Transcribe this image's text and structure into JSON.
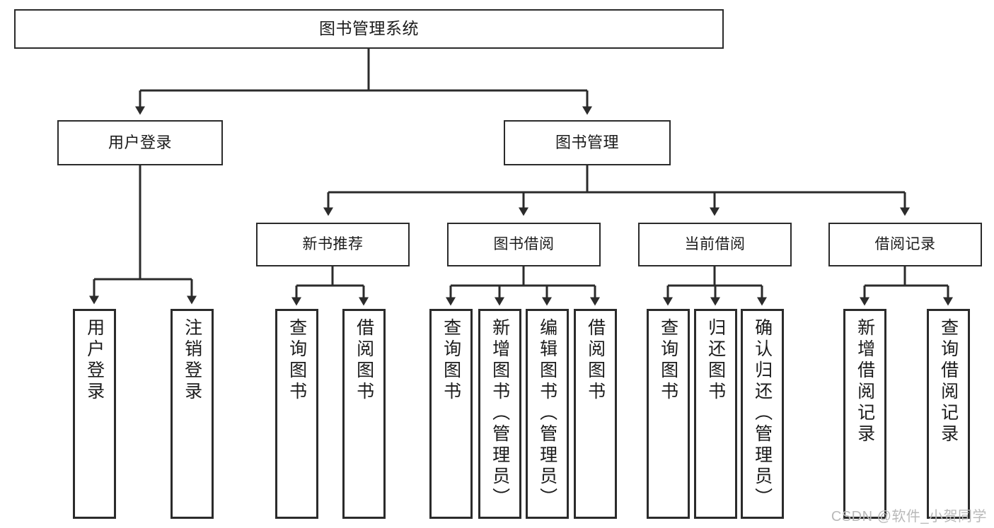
{
  "diagram": {
    "type": "tree",
    "title": "图书管理系统",
    "orientation": "top-down",
    "line_color": "#2b2b2b",
    "box_fill": "#ffffff",
    "text_color": "#1b1b1b",
    "nodes": {
      "root": {
        "label": "图书管理系统"
      },
      "level2": [
        {
          "label": "用户登录"
        },
        {
          "label": "图书管理"
        }
      ],
      "level3": [
        {
          "label": "新书推荐"
        },
        {
          "label": "图书借阅"
        },
        {
          "label": "当前借阅"
        },
        {
          "label": "借阅记录"
        }
      ],
      "leaves": {
        "user_login": [
          {
            "label": "用户登录"
          },
          {
            "label": "注销登录"
          }
        ],
        "new_book_recommend": [
          {
            "label": "查询图书"
          },
          {
            "label": "借阅图书"
          }
        ],
        "book_borrow": [
          {
            "label": "查询图书"
          },
          {
            "label": "新增图书（管理员）"
          },
          {
            "label": "编辑图书（管理员）"
          },
          {
            "label": "借阅图书"
          }
        ],
        "current_borrow": [
          {
            "label": "查询图书"
          },
          {
            "label": "归还图书"
          },
          {
            "label": "确认归还（管理员）"
          }
        ],
        "borrow_record": [
          {
            "label": "新增借阅记录"
          },
          {
            "label": "查询借阅记录"
          }
        ]
      }
    }
  },
  "watermark": {
    "text": "CSDN @软件_小贺同学"
  }
}
